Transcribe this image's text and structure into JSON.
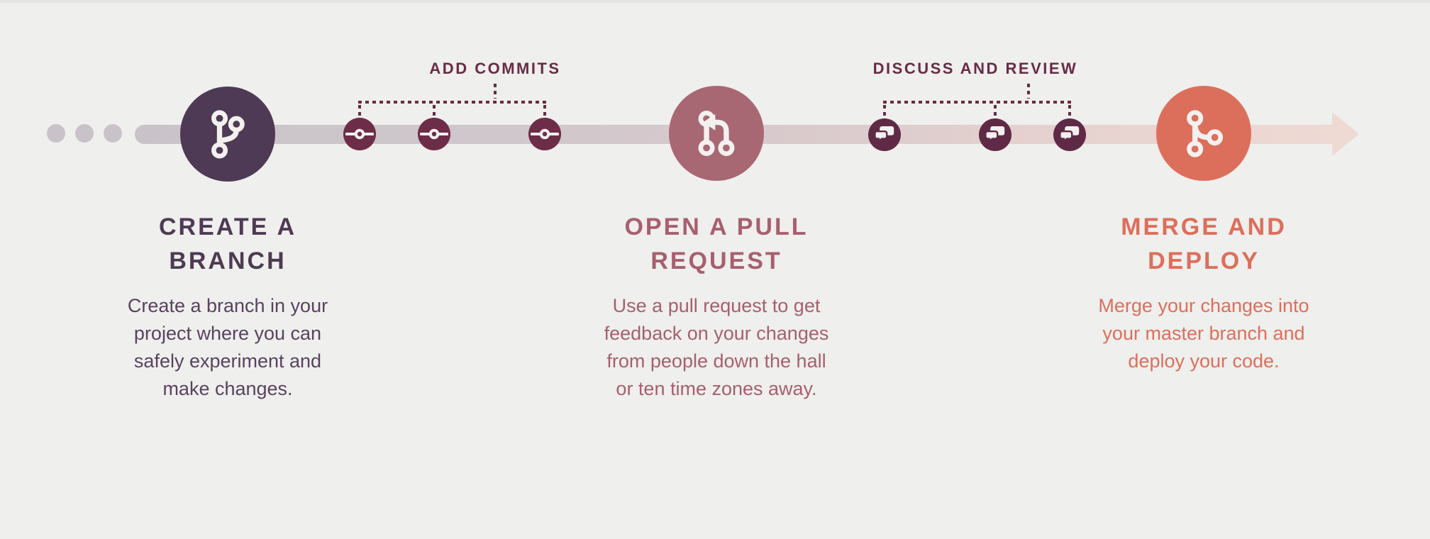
{
  "colors": {
    "background": "#efefed",
    "top_strip": "#e4e4e2",
    "timeline_start": "#c9c3c9",
    "timeline_end": "#efd9d3",
    "branch_accent": "#4e3a54",
    "commit_accent": "#6d2c48",
    "pr_accent": "#a86873",
    "bubble_accent": "#5f2a45",
    "merge_accent": "#dc6f5b",
    "connector": "#682b46"
  },
  "connectors": [
    {
      "label": "ADD COMMITS"
    },
    {
      "label": "DISCUSS AND REVIEW"
    }
  ],
  "steps": [
    {
      "title_lines": [
        "CREATE A",
        "BRANCH"
      ],
      "body_lines": [
        "Create a branch in your",
        "project where you can",
        "safely experiment and",
        "make changes."
      ]
    },
    {
      "title_lines": [
        "OPEN A PULL",
        "REQUEST"
      ],
      "body_lines": [
        "Use a pull request to get",
        "feedback on your changes",
        "from people down the hall",
        "or ten time zones away."
      ]
    },
    {
      "title_lines": [
        "MERGE AND",
        "DEPLOY"
      ],
      "body_lines": [
        "Merge your changes into",
        "your master branch and",
        "deploy your code."
      ]
    }
  ]
}
